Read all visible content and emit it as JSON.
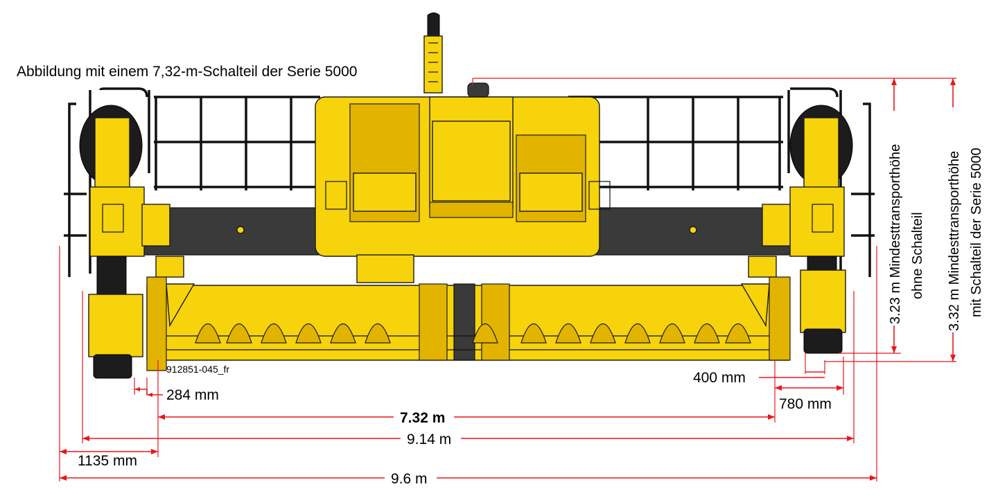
{
  "caption": "Abbildung mit einem 7,32-m-Schalteil der Serie 5000",
  "drawing_id": "912851-045_fr",
  "dimensions": {
    "d284": "284 mm",
    "d400": "400 mm",
    "d780": "780 mm",
    "d732": "7.32 m",
    "d914": "9.14 m",
    "d1135": "1135 mm",
    "d96": "9.6 m"
  },
  "heights": {
    "h323_line1": "3.23 m Mindesttransporthöhe",
    "h323_line2": "ohne Schalteil",
    "h332_line1": "3.32 m Mindesttransporthöhe",
    "h332_line2": "mit Schalteil der Serie 5000"
  },
  "colors": {
    "machine_yellow": "#f6d30b",
    "dimension_red": "#e8161b"
  }
}
